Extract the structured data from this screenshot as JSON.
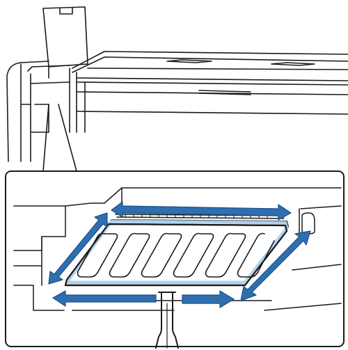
{
  "figure": {
    "description_visible_text": [],
    "colors": {
      "line": "#1a1a1a",
      "arrow_fill": "#2f6fb0",
      "arrow_edge": "#1b4f86",
      "highlight": "#a9cdea",
      "background": "#ffffff"
    },
    "parts": {
      "overview": "printer-cover-overview",
      "detail": "cap-cleaning-detail"
    },
    "arrow_directions": [
      "left-right",
      "diagonal",
      "diagonal",
      "left-right"
    ]
  }
}
